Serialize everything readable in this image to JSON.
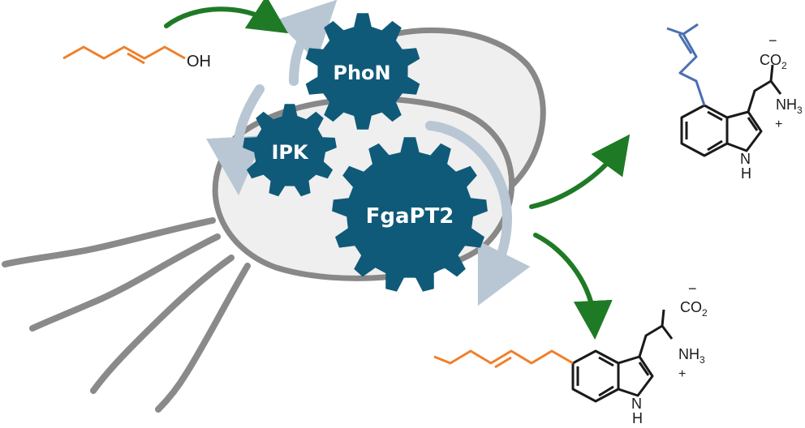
{
  "colors": {
    "gear": "#0f5a78",
    "cell_fill": "#efefef",
    "cell_outline": "#888888",
    "flagella": "#8a8a8a",
    "process_arrow": "#b8c7d3",
    "green_arrow": "#1f7a26",
    "alkyl_chain": "#f07f2a",
    "prenyl_chain": "#4b6fb0",
    "bond": "#1a1a1a"
  },
  "enzymes": {
    "phon": "PhoN",
    "ipk": "IPK",
    "fgapt2": "FgaPT2"
  },
  "substrate": {
    "oh": "OH"
  },
  "product_top": {
    "carboxylate": "CO",
    "carboxylate_sub": "2",
    "carboxylate_charge": "−",
    "amine": "NH",
    "amine_sub": "3",
    "amine_charge": "+",
    "ring_n": "N",
    "ring_h": "H"
  },
  "product_bottom": {
    "carboxylate": "CO",
    "carboxylate_sub": "2",
    "carboxylate_charge": "−",
    "amine": "NH",
    "amine_sub": "3",
    "amine_charge": "+",
    "ring_n": "N",
    "ring_h": "H"
  }
}
